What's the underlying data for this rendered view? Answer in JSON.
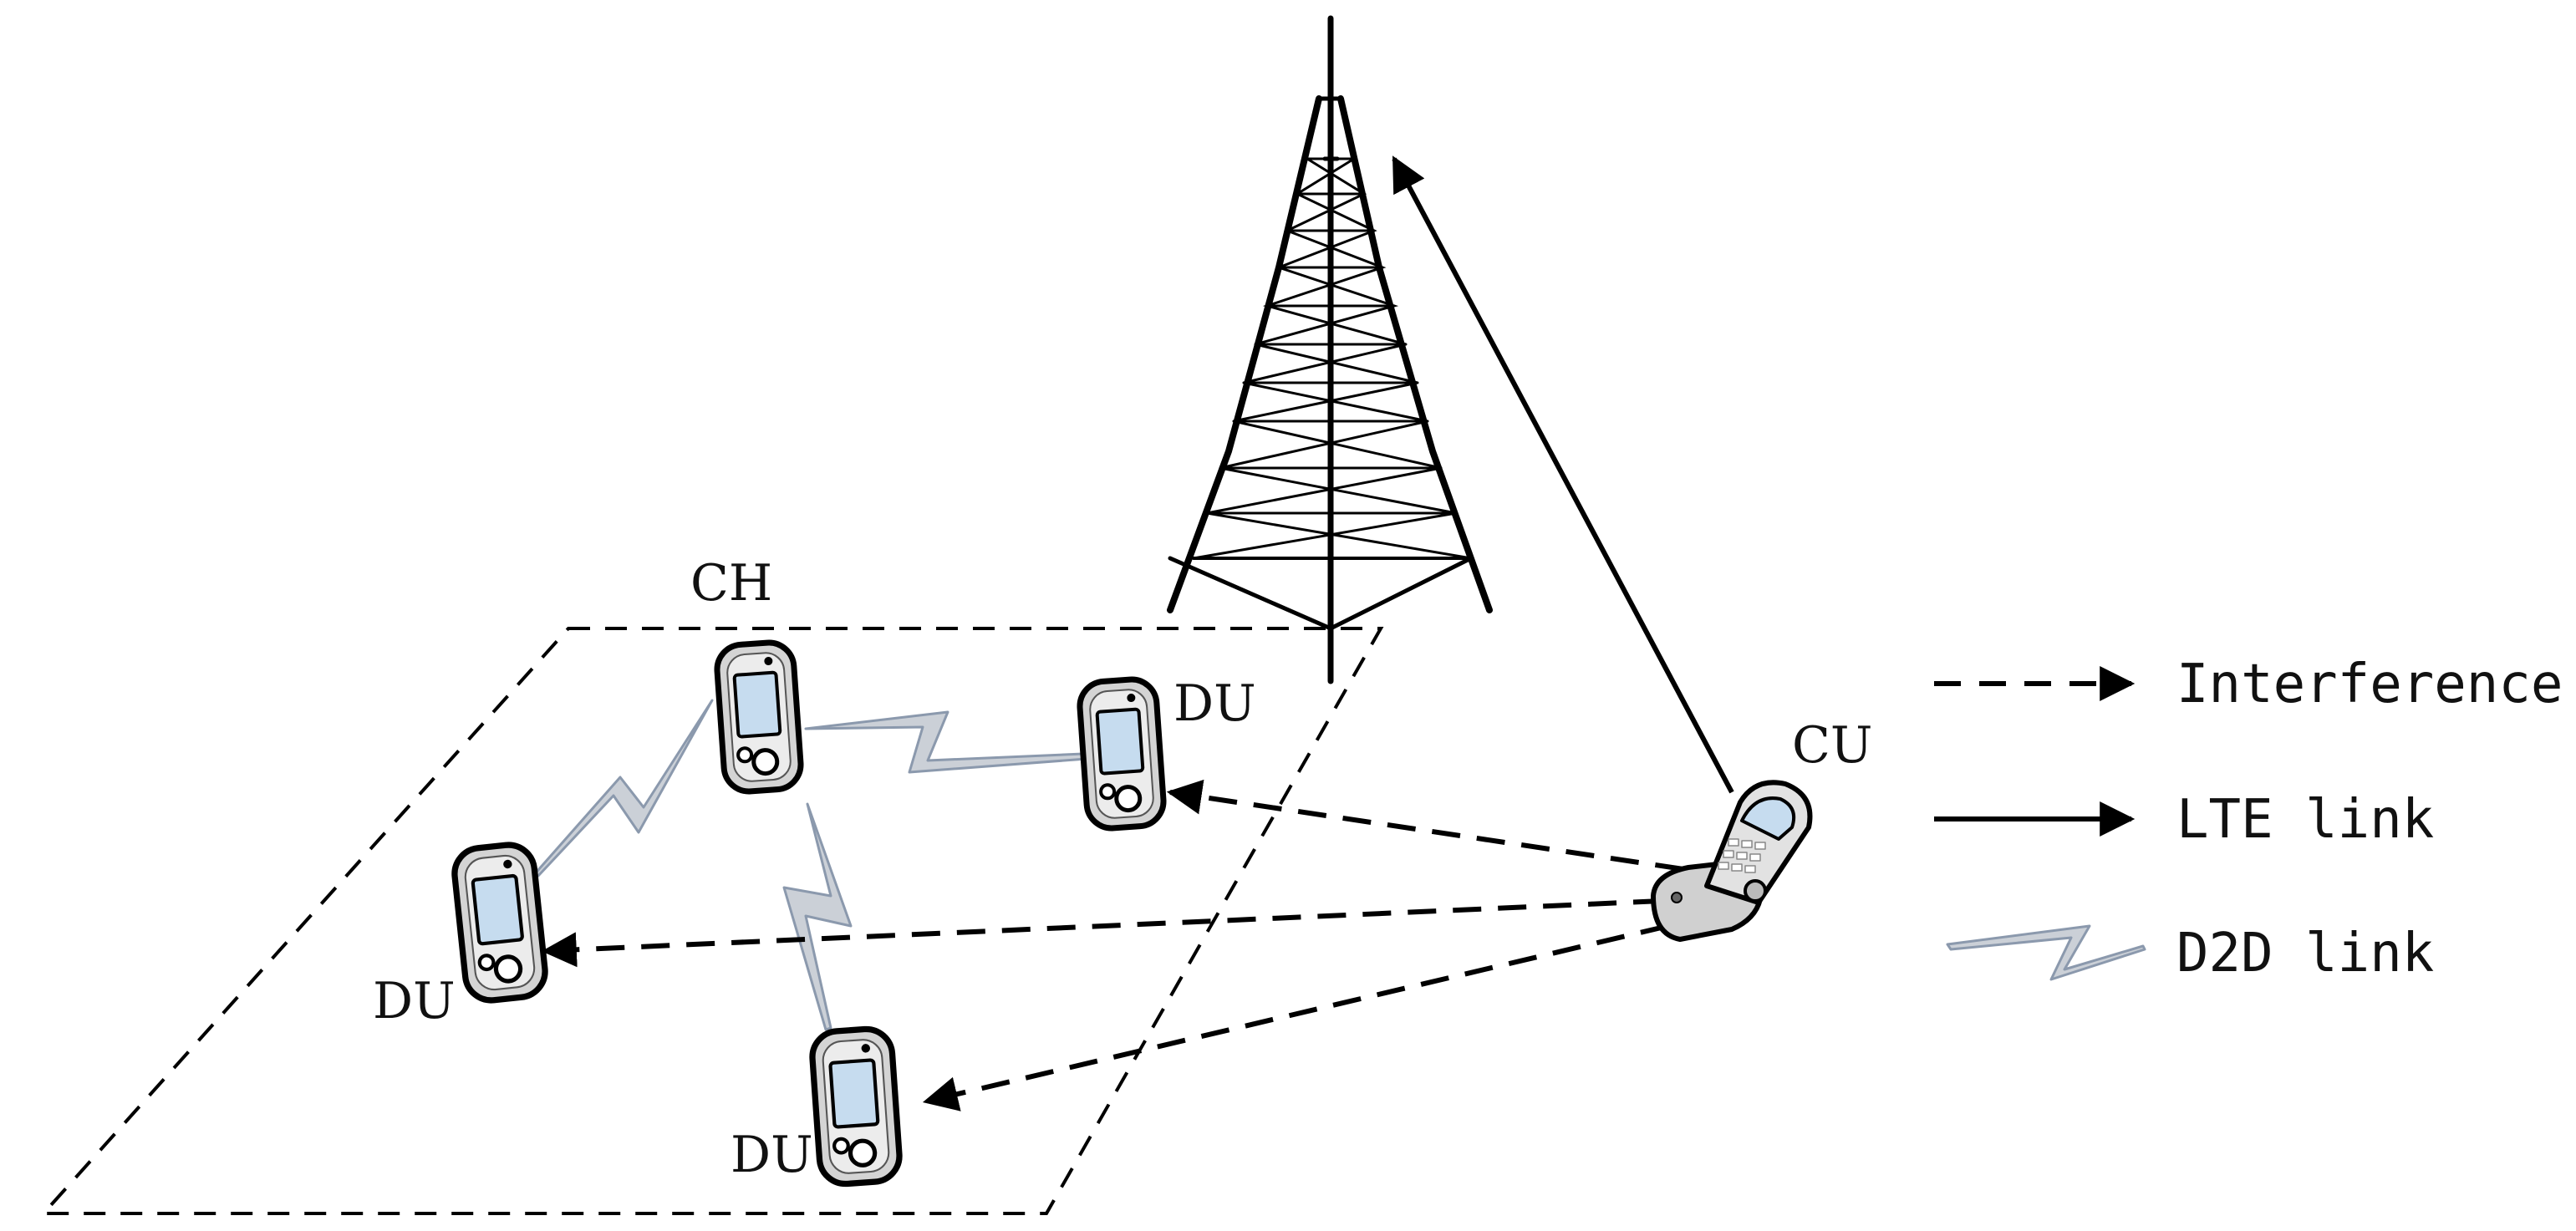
{
  "nodes": {
    "ch": "CH",
    "du_top_right": "DU",
    "du_left": "DU",
    "du_bottom": "DU",
    "cu": "CU"
  },
  "legend": {
    "interference": "Interference",
    "lte_link": "LTE link",
    "d2d_link": "D2D link"
  },
  "colors": {
    "stroke": "#000000",
    "d2d_fill": "#c8cdd4",
    "d2d_stroke": "#8b99ad",
    "device_body": "#d9d9d9",
    "device_screen": "#c6dcef"
  }
}
